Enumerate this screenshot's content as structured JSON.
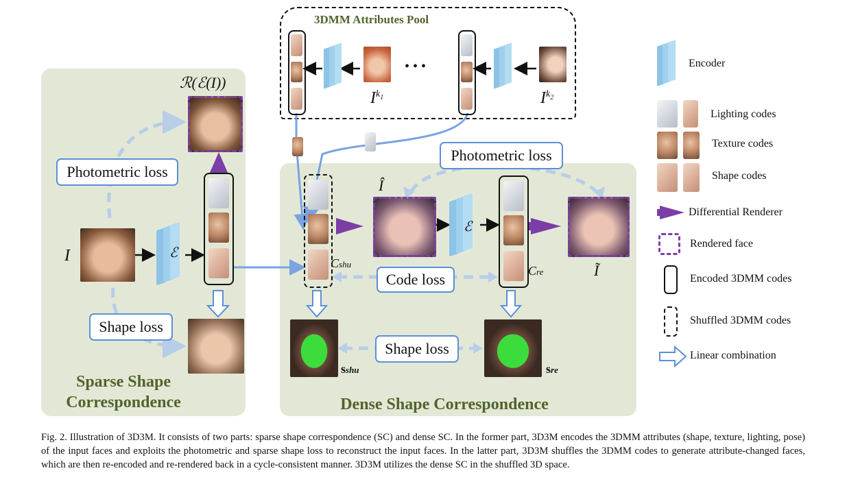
{
  "pool": {
    "title": "3DMM Attributes Pool",
    "img1": "I^{k_1}",
    "img2": "I^{k_2}",
    "dots": "• • •"
  },
  "sparse": {
    "title_line1": "Sparse Shape",
    "title_line2": "Correspondence",
    "photometric_loss": "Photometric loss",
    "shape_loss": "Shape loss",
    "input_label": "I",
    "encoder_label": "ℰ",
    "render_label": "ℛ(ℰ(I))"
  },
  "dense": {
    "title": "Dense Shape Correspondence",
    "photometric_loss": "Photometric loss",
    "code_loss": "Code loss",
    "shape_loss": "Shape loss",
    "encoder_label": "ℰ",
    "c_shu": "C",
    "c_shu_sub": "shu",
    "c_re": "C",
    "c_re_sub": "re",
    "s_shu": "s",
    "s_shu_sub": "shu",
    "s_re": "s",
    "s_re_sub": "re",
    "i_hat": "Î",
    "i_tilde": "Ĩ"
  },
  "legend": {
    "encoder": "Encoder",
    "lighting": "Lighting codes",
    "texture": "Texture codes",
    "shape": "Shape codes",
    "renderer": "Differential Renderer",
    "rendered": "Rendered face",
    "encoded": "Encoded 3DMM codes",
    "shuffled": "Shuffled 3DMM codes",
    "linear": "Linear combination"
  },
  "caption": "Fig. 2.  Illustration of 3D3M. It consists of two parts: sparse shape correspondence (SC) and dense SC. In the former part, 3D3M encodes the 3DMM attributes (shape, texture, lighting, pose) of the input faces and exploits the photometric and sparse shape loss to reconstruct the input faces. In the latter part, 3D3M shuffles the 3DMM codes to generate attribute-changed faces, which are then re-encoded and re-rendered back in a cycle-consistent manner. 3D3M utilizes the dense SC in the shuffled 3D space.",
  "colors": {
    "panel": "#e3e8d6",
    "title_green": "#52632c",
    "loss_blue": "#5b8fd6",
    "renderer_purple": "#7a3ea6",
    "encoder_blue": "#8cc3e6",
    "arrow_light": "#b7cde8",
    "mesh_green": "#3ddc3d"
  }
}
